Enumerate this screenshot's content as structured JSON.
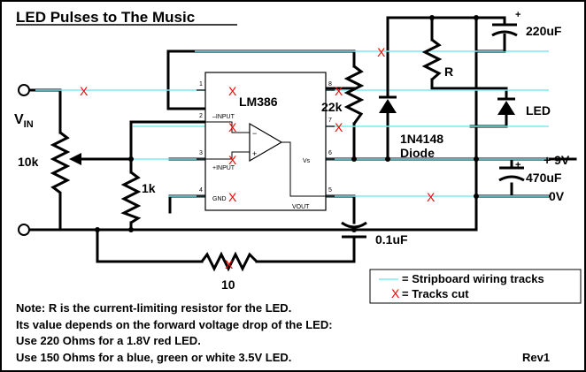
{
  "title": "LED Pulses to The Music",
  "chip": {
    "name": "LM386"
  },
  "pins": {
    "p1": "1",
    "p2": "2",
    "p3": "3",
    "p4": "4",
    "p5": "5",
    "p6": "6",
    "p7": "7",
    "p8": "8",
    "minus_input": "–INPUT",
    "plus_input": "+INPUT",
    "gnd": "GND",
    "vs": "Vs",
    "vout": "VOUT"
  },
  "components": {
    "vin_label": "V",
    "vin_sub": "IN",
    "pot": "10k",
    "r1k": "1k",
    "r22k": "22k",
    "r": "R",
    "diode": "1N4148",
    "diode_word": "Diode",
    "led": "LED",
    "cap220": "220uF",
    "cap470": "470uF",
    "cap01": "0.1uF",
    "r10": "10",
    "plus9v": "+ 9V",
    "zerov": "0V",
    "plus_sign": "+"
  },
  "legend": {
    "tracks_label": "= Stripboard wiring tracks",
    "cut_label": "= Tracks cut",
    "cut_mark": "X"
  },
  "notes": [
    "Note: R is the current-limiting resistor for the LED.",
    "Its value depends on the forward voltage drop of the LED:",
    "Use 220 Ohms for a 1.8V red LED.",
    "Use 150 Ohms for a blue, green or white 3.5V LED."
  ],
  "revision": "Rev1",
  "colors": {
    "track": "#7fe8f2",
    "cut": "#ff0000",
    "wire": "#000000"
  }
}
